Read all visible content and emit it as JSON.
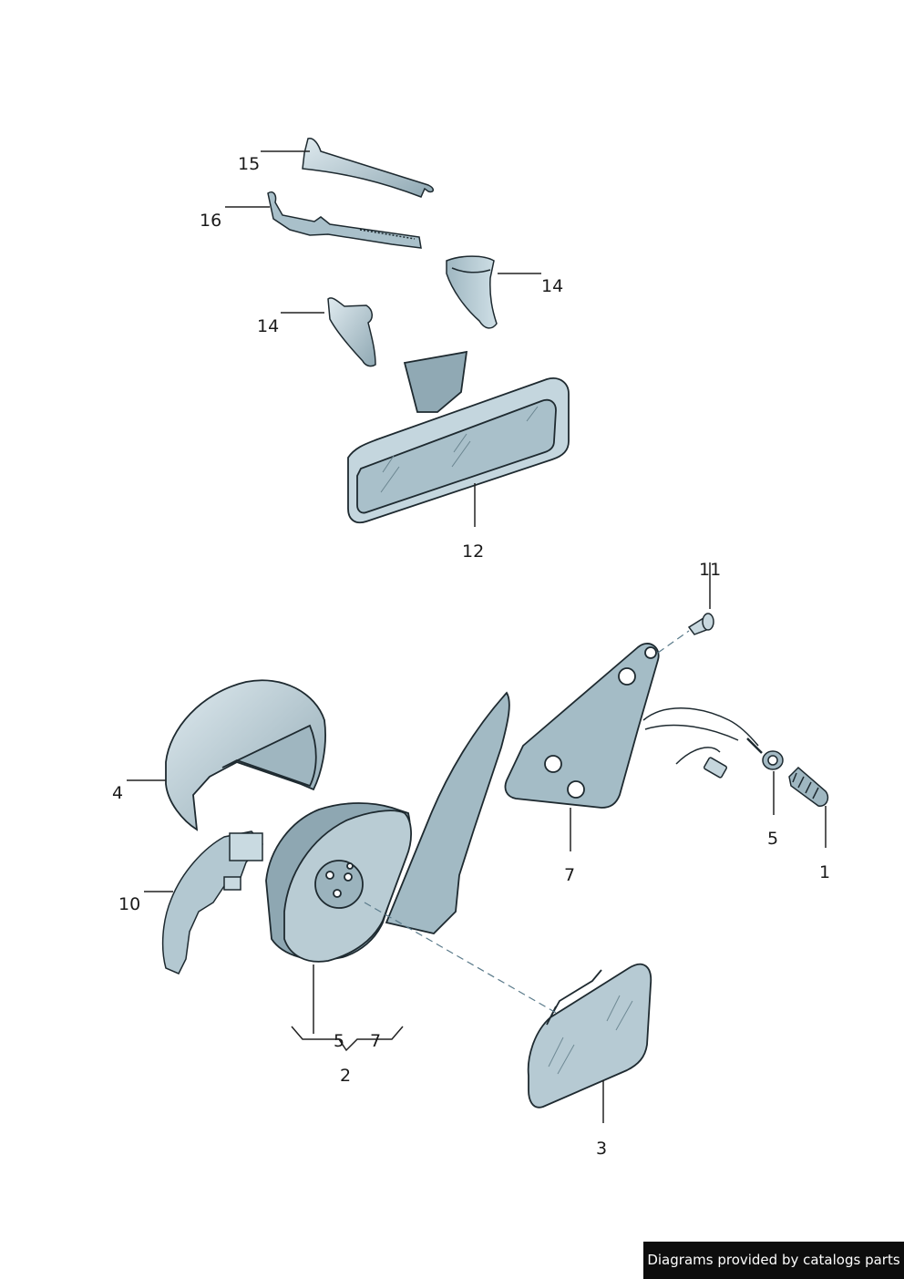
{
  "callouts": [
    {
      "id": "15",
      "text": "15"
    },
    {
      "id": "16",
      "text": "16"
    },
    {
      "id": "14a",
      "text": "14"
    },
    {
      "id": "14b",
      "text": "14"
    },
    {
      "id": "12",
      "text": "12"
    },
    {
      "id": "11",
      "text": "11"
    },
    {
      "id": "4",
      "text": "4"
    },
    {
      "id": "10",
      "text": "10"
    },
    {
      "id": "5a",
      "text": "5"
    },
    {
      "id": "7a",
      "text": "7"
    },
    {
      "id": "2",
      "text": "2"
    },
    {
      "id": "7b",
      "text": "7"
    },
    {
      "id": "5b",
      "text": "5"
    },
    {
      "id": "1",
      "text": "1"
    },
    {
      "id": "3",
      "text": "3"
    }
  ],
  "footer": {
    "credit": "Diagrams provided by catalogs parts"
  },
  "colors": {
    "part_fill": "#b9cdd6",
    "part_light": "#d8e6ec",
    "part_dark": "#7f9aa6",
    "outline": "#1e2a30",
    "leader": "#222222",
    "credit_bg": "#0d0d0d"
  }
}
